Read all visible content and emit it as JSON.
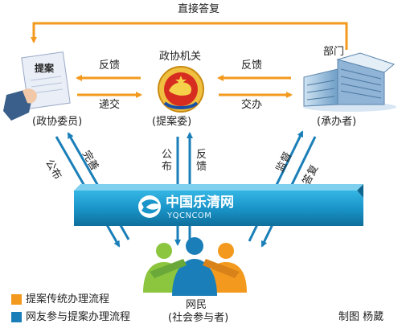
{
  "top_feedback": "直接答复",
  "nodes": {
    "proposer": {
      "doc_label": "提案",
      "caption": "(政协委员)"
    },
    "cppcc": {
      "title": "政协机关",
      "caption": "(提案委)"
    },
    "department": {
      "title": "部门",
      "caption": "(承办者)"
    },
    "netizens": {
      "title": "网民",
      "caption": "(社会参与者)"
    }
  },
  "arrows": {
    "left_feedback": "反馈",
    "left_submit": "递交",
    "right_feedback": "反馈",
    "right_assign": "交办",
    "left_publish": "公布",
    "left_improve": "完善",
    "mid_publish": "公布",
    "mid_feedback": "反馈",
    "right_supervise": "监督",
    "right_reply": "答复"
  },
  "banner": {
    "brand": "中国乐清网",
    "domain": "YQCNCOM"
  },
  "legend": [
    {
      "label": "提案传统办理流程",
      "color": "#f39a1e"
    },
    {
      "label": "网友参与提案办理流程",
      "color": "#1a7fb8"
    }
  ],
  "credit": "制图 杨葳",
  "colors": {
    "orange": "#f39a1e",
    "blue": "#1a7fb8",
    "banner": "#1a9bd0"
  }
}
